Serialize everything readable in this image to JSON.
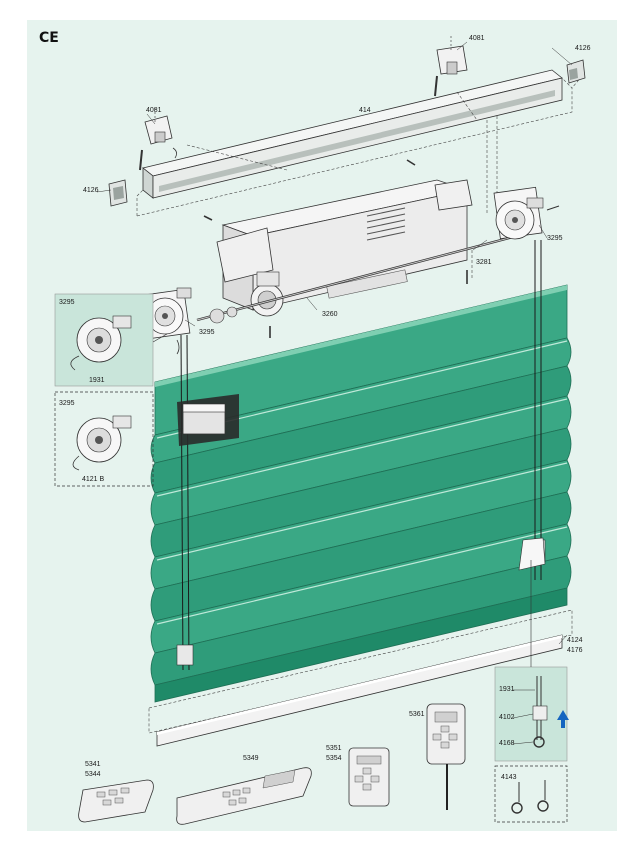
{
  "mark": "CE",
  "labels": {
    "bracket_left": "4081",
    "bracket_right": "4081",
    "end_cap_right": "4126",
    "end_cap_left": "4126",
    "headrail": "414",
    "end_bracket_right": "3295",
    "shaft": "3281",
    "motor": "3260",
    "end_bracket_left": "3295",
    "detail_a_top": "3295",
    "detail_a_bottom": "1931",
    "detail_b_top": "3295",
    "detail_b_bottom": "4121 B",
    "bottom_bar_1": "4124",
    "bottom_bar_2": "4176",
    "detail_c_1": "1931",
    "detail_c_2": "4102",
    "detail_c_3": "4168",
    "detail_d": "4143",
    "remote_a_1": "5341",
    "remote_a_2": "5344",
    "remote_b": "5349",
    "remote_c_1": "5351",
    "remote_c_2": "5354",
    "remote_d": "5361"
  },
  "colors": {
    "panel": "#e6f3ee",
    "fabric": "#3aa885",
    "fabric_dark": "#1f8a68",
    "fabric_light": "#7fcfb2",
    "detail_box": "#c9e5da"
  }
}
